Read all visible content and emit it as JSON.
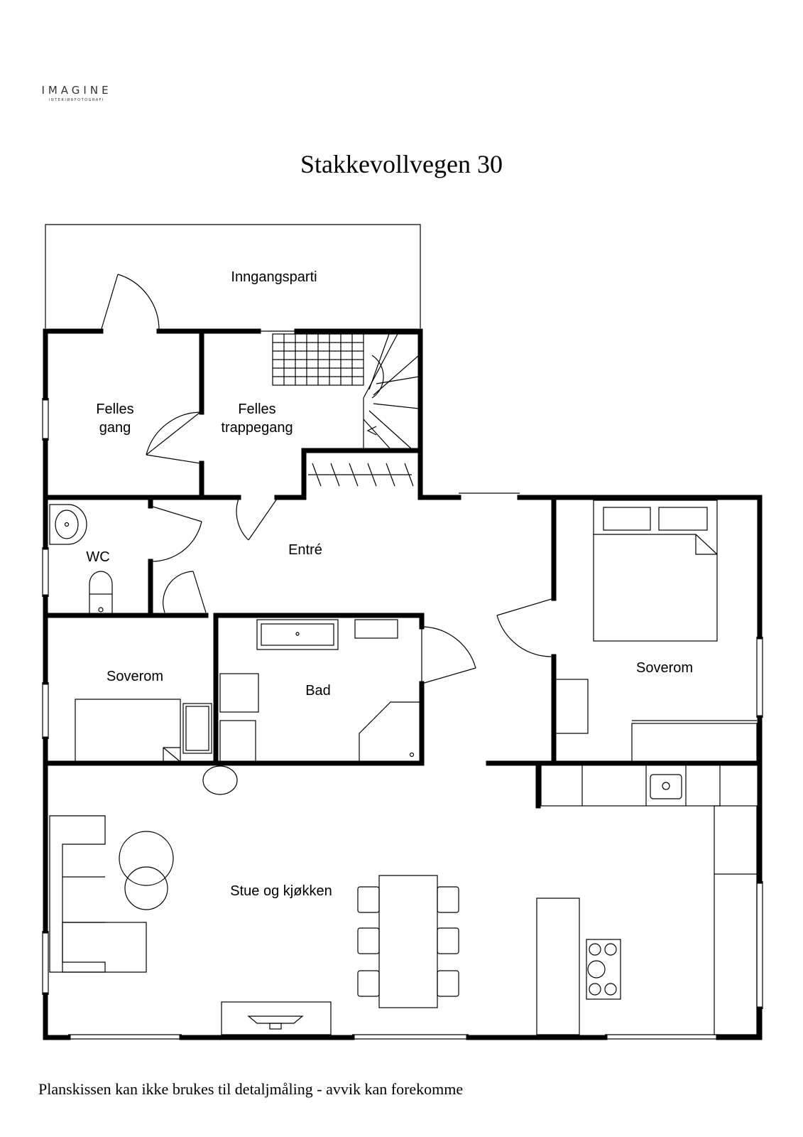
{
  "logo": {
    "name": "IMAGINE",
    "tagline": "INTERIØRFOTOGRAFI"
  },
  "title": "Stakkevollvegen 30",
  "footer": "Planskissen kan ikke brukes til detaljmåling - avvik kan forekomme",
  "rooms": {
    "inngangsparti": "Inngangsparti",
    "felles_gang": [
      "Felles",
      "gang"
    ],
    "felles_trappegang": [
      "Felles",
      "trappegang"
    ],
    "wc": "WC",
    "entre": "Entré",
    "soverom_left": "Soverom",
    "bad": "Bad",
    "soverom_right": "Soverom",
    "stue": "Stue og kjøkken"
  }
}
